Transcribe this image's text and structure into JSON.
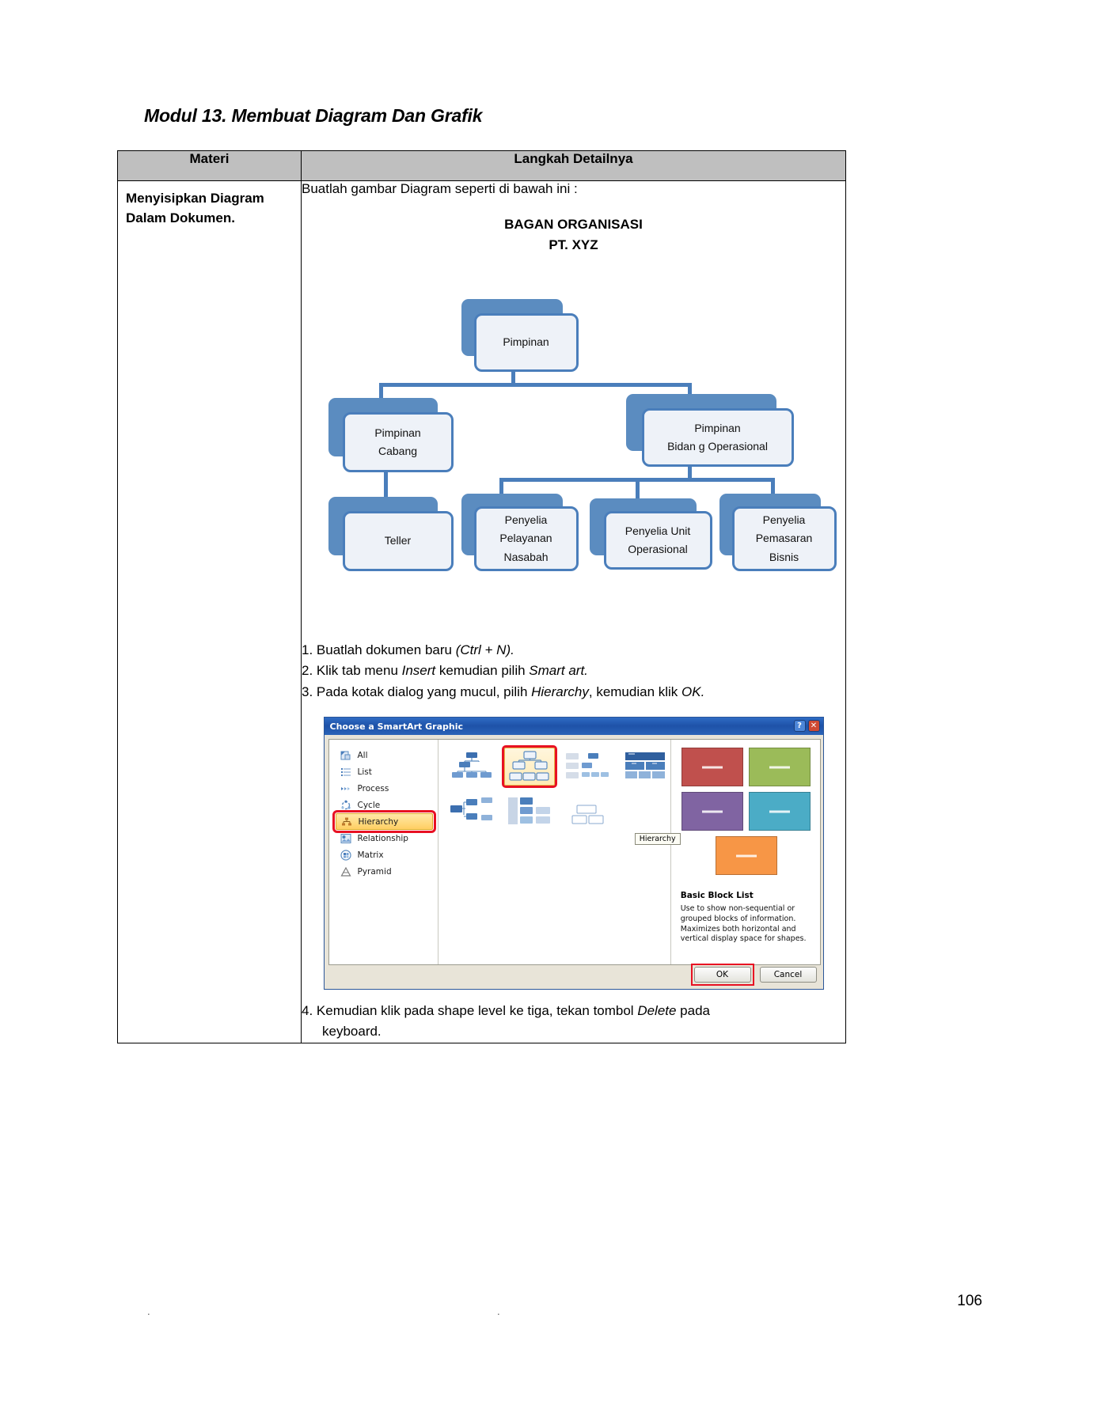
{
  "document": {
    "title": "Modul 13. Membuat Diagram Dan Grafik",
    "page_number": "106"
  },
  "table": {
    "headers": [
      "Materi",
      "Langkah Detailnya"
    ],
    "materi": "Menyisipkan Diagram Dalam Dokumen.",
    "intro": "Buatlah gambar Diagram seperti di bawah ini :"
  },
  "org_chart": {
    "heading_line1": "BAGAN ORGANISASI",
    "heading_line2": "PT. XYZ",
    "nodes": {
      "root": "Pimpinan",
      "branch_left_line1": "Pimpinan",
      "branch_left_line2": "Cabang",
      "branch_right_line1": "Pimpinan",
      "branch_right_line2": "Bidan g Operasional",
      "leaf1": "Teller",
      "leaf2_line1": "Penyelia",
      "leaf2_line2": "Pelayanan",
      "leaf2_line3": "Nasabah",
      "leaf3_line1": "Penyelia Unit",
      "leaf3_line2": "Operasional",
      "leaf4_line1": "Penyelia",
      "leaf4_line2": "Pemasaran",
      "leaf4_line3": "Bisnis"
    }
  },
  "steps": {
    "s1_a": "1. Buatlah dokumen baru ",
    "s1_i": "(Ctrl + N).",
    "s2_a": "2. Klik tab menu ",
    "s2_i1": "Insert",
    "s2_b": " kemudian pilih ",
    "s2_i2": "Smart art.",
    "s3_a": "3. Pada kotak dialog yang mucul, pilih ",
    "s3_i1": "Hierarchy",
    "s3_b": ", kemudian klik ",
    "s3_i2": "OK.",
    "s4_a": "4. Kemudian klik pada shape level ke tiga, tekan tombol ",
    "s4_i": "Delete",
    "s4_b": " pada",
    "s4_c": "keyboard."
  },
  "dialog": {
    "title": "Choose a SmartArt Graphic",
    "help_button": "?",
    "close_button": "✕",
    "categories": [
      {
        "label": "All",
        "icon": "all-icon",
        "selected": false
      },
      {
        "label": "List",
        "icon": "list-icon",
        "selected": false
      },
      {
        "label": "Process",
        "icon": "process-icon",
        "selected": false
      },
      {
        "label": "Cycle",
        "icon": "cycle-icon",
        "selected": false
      },
      {
        "label": "Hierarchy",
        "icon": "hierarchy-icon",
        "selected": true
      },
      {
        "label": "Relationship",
        "icon": "relationship-icon",
        "selected": false
      },
      {
        "label": "Matrix",
        "icon": "matrix-icon",
        "selected": false
      },
      {
        "label": "Pyramid",
        "icon": "pyramid-icon",
        "selected": false
      }
    ],
    "tooltip": "Hierarchy",
    "preview_title": "Basic Block List",
    "preview_desc": "Use to show non-sequential or grouped blocks of information. Maximizes both horizontal and vertical display space for shapes.",
    "ok_label": "OK",
    "cancel_label": "Cancel"
  },
  "colors": {
    "node_fill": "#eef2f8",
    "node_border": "#4a7ebb",
    "node_shadow": "#5b8cc0",
    "header_bg": "#bfbfbf",
    "highlight_red": "#e81123",
    "dialog_title_bg": "#1e52a8"
  }
}
